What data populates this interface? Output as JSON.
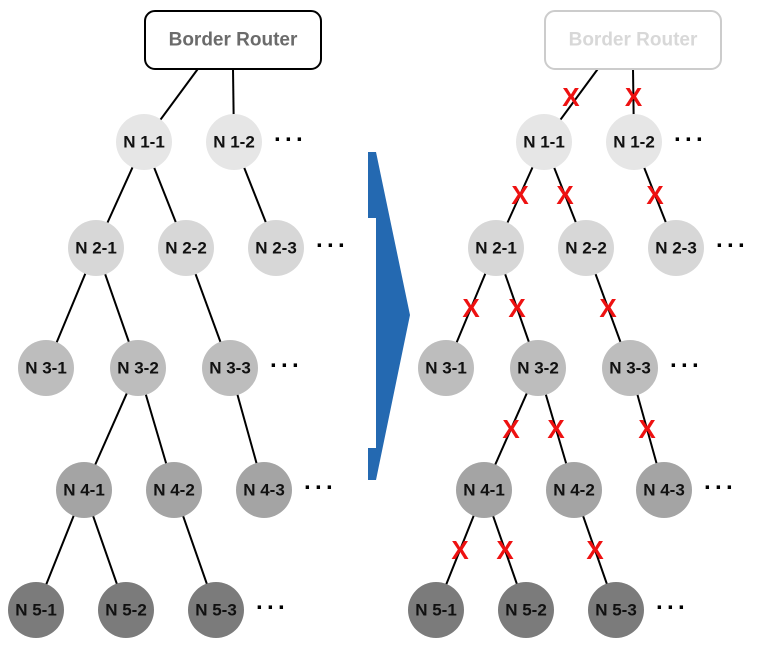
{
  "colors": {
    "level1": "#e6e6e6",
    "level2": "#d7d7d7",
    "level3": "#bdbdbd",
    "level4": "#a4a4a4",
    "level5": "#7b7b7b",
    "arrow": "#2469b1",
    "cross": "#ee1111",
    "root_active_stroke": "#000000",
    "root_active_text": "#6b6b6b",
    "root_faded_stroke": "#cccccc",
    "root_faded_text": "#d8d8d8"
  },
  "ellipsis": "···",
  "cross_mark": "X",
  "left_tree": {
    "root": "Border Router",
    "nodes": [
      "N 1-1",
      "N 1-2",
      "N 2-1",
      "N 2-2",
      "N 2-3",
      "N 3-1",
      "N 3-2",
      "N 3-3",
      "N 4-1",
      "N 4-2",
      "N 4-3",
      "N 5-1",
      "N 5-2",
      "N 5-3"
    ]
  },
  "right_tree": {
    "root": "Border Router",
    "nodes": [
      "N 1-1",
      "N 1-2",
      "N 2-1",
      "N 2-2",
      "N 2-3",
      "N 3-1",
      "N 3-2",
      "N 3-3",
      "N 4-1",
      "N 4-2",
      "N 4-3",
      "N 5-1",
      "N 5-2",
      "N 5-3"
    ]
  },
  "links": [
    [
      "root",
      "N 1-1"
    ],
    [
      "root",
      "N 1-2"
    ],
    [
      "N 1-1",
      "N 2-1"
    ],
    [
      "N 1-1",
      "N 2-2"
    ],
    [
      "N 1-2",
      "N 2-3"
    ],
    [
      "N 2-1",
      "N 3-1"
    ],
    [
      "N 2-1",
      "N 3-2"
    ],
    [
      "N 2-2",
      "N 3-3"
    ],
    [
      "N 3-2",
      "N 4-1"
    ],
    [
      "N 3-2",
      "N 4-2"
    ],
    [
      "N 3-3",
      "N 4-3"
    ],
    [
      "N 4-1",
      "N 5-1"
    ],
    [
      "N 4-1",
      "N 5-2"
    ],
    [
      "N 4-2",
      "N 5-3"
    ]
  ],
  "broken_links": [
    "root|N 1-1",
    "root|N 1-2",
    "N 1-1|N 2-1",
    "N 1-1|N 2-2",
    "N 1-2|N 2-3",
    "N 2-1|N 3-1",
    "N 2-1|N 3-2",
    "N 2-2|N 3-3",
    "N 3-2|N 4-1",
    "N 3-2|N 4-2",
    "N 3-3|N 4-3",
    "N 4-1|N 5-1",
    "N 4-1|N 5-2",
    "N 4-2|N 5-3"
  ]
}
